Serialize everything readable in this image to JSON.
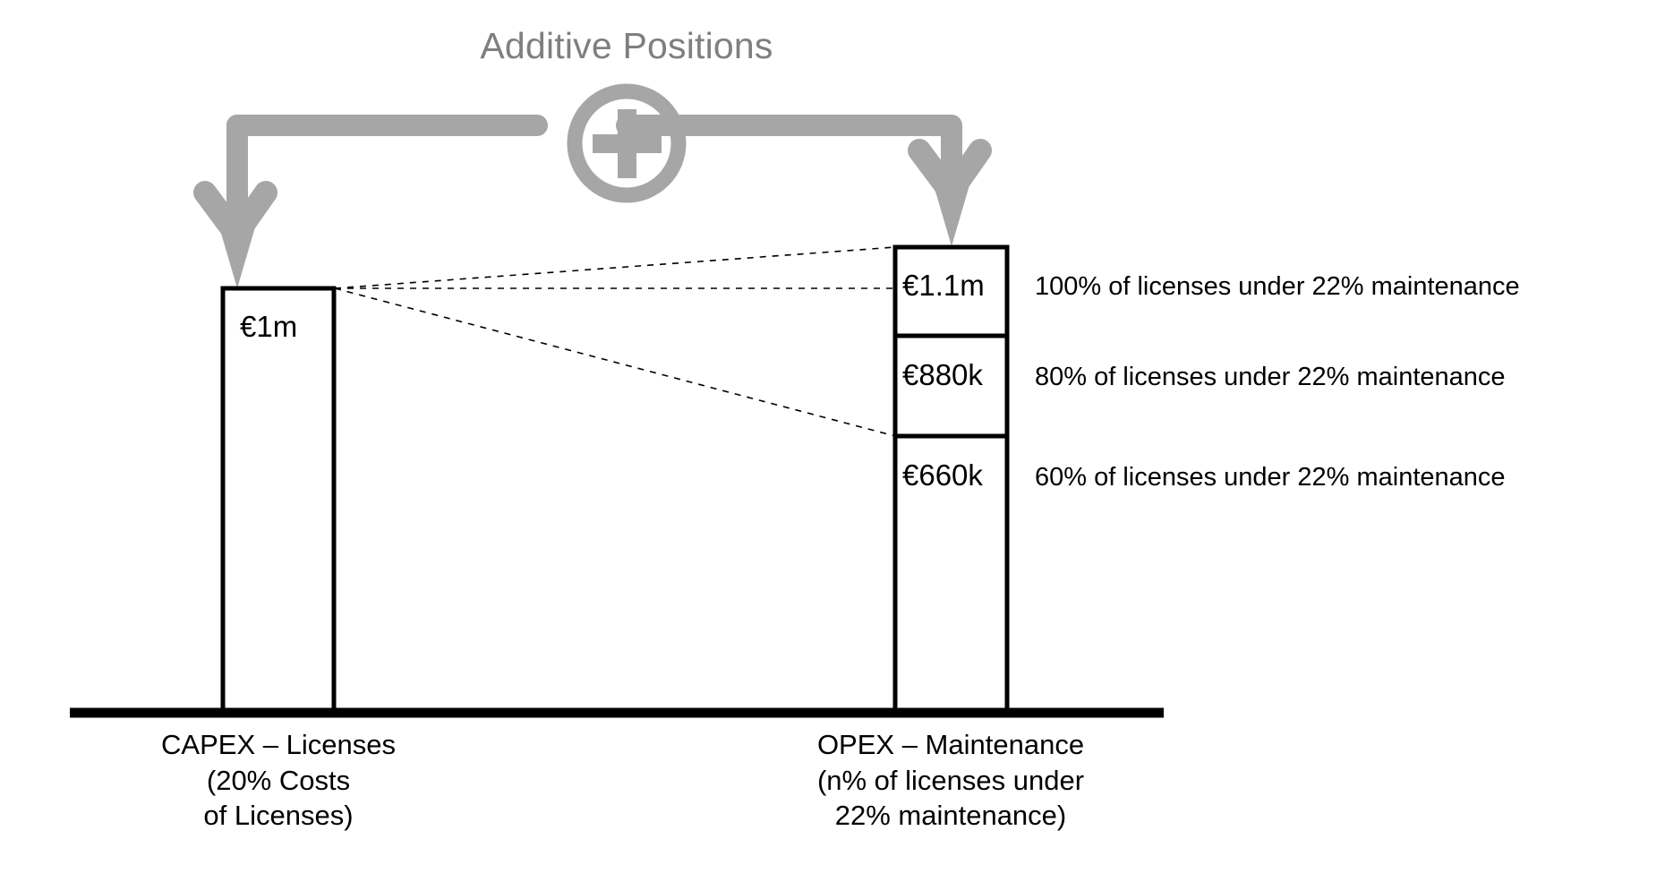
{
  "title": "Additive Positions",
  "colors": {
    "accent_gray": "#a6a6a6",
    "title_gray": "#7f7f7f",
    "stroke_black": "#000000",
    "background": "#ffffff"
  },
  "icons": {
    "plus": "plus-circle-icon",
    "left_arrow": "elbow-arrow-down-left-icon",
    "right_arrow": "elbow-arrow-down-right-icon"
  },
  "chart_data": {
    "type": "bar",
    "title": "Additive Positions",
    "xlabel": "",
    "ylabel": "",
    "grid": false,
    "legend": "none",
    "categories": [
      "CAPEX – Licenses",
      "OPEX – Maintenance"
    ],
    "series": [
      {
        "name": "CAPEX – Licenses",
        "value_label": "€1m",
        "value": 1000000,
        "currency": "EUR"
      },
      {
        "name": "OPEX – Maintenance",
        "stacked_segments": [
          {
            "label": "€1.1m",
            "value": 1100000,
            "note": "100% of licenses under 22% maintenance",
            "percent_of_licenses": 100,
            "maintenance_rate": 22
          },
          {
            "label": "€880k",
            "value": 880000,
            "note": "80% of licenses under 22% maintenance",
            "percent_of_licenses": 80,
            "maintenance_rate": 22
          },
          {
            "label": "€660k",
            "value": 660000,
            "note": "60% of licenses under 22% maintenance",
            "percent_of_licenses": 60,
            "maintenance_rate": 22
          }
        ]
      }
    ]
  },
  "bars": {
    "capex": {
      "value_label": "€1m",
      "caption_line1": "CAPEX – Licenses",
      "caption_line2": "(20% Costs",
      "caption_line3": "of Licenses)"
    },
    "opex": {
      "caption_line1": "OPEX – Maintenance",
      "caption_line2": "(n% of licenses under",
      "caption_line3": "22% maintenance)",
      "segments": [
        {
          "value_label": "€1.1m",
          "note": "100% of licenses under 22% maintenance"
        },
        {
          "value_label": "€880k",
          "note": "80% of licenses under 22% maintenance"
        },
        {
          "value_label": "€660k",
          "note": "60% of licenses under 22% maintenance"
        }
      ]
    }
  }
}
